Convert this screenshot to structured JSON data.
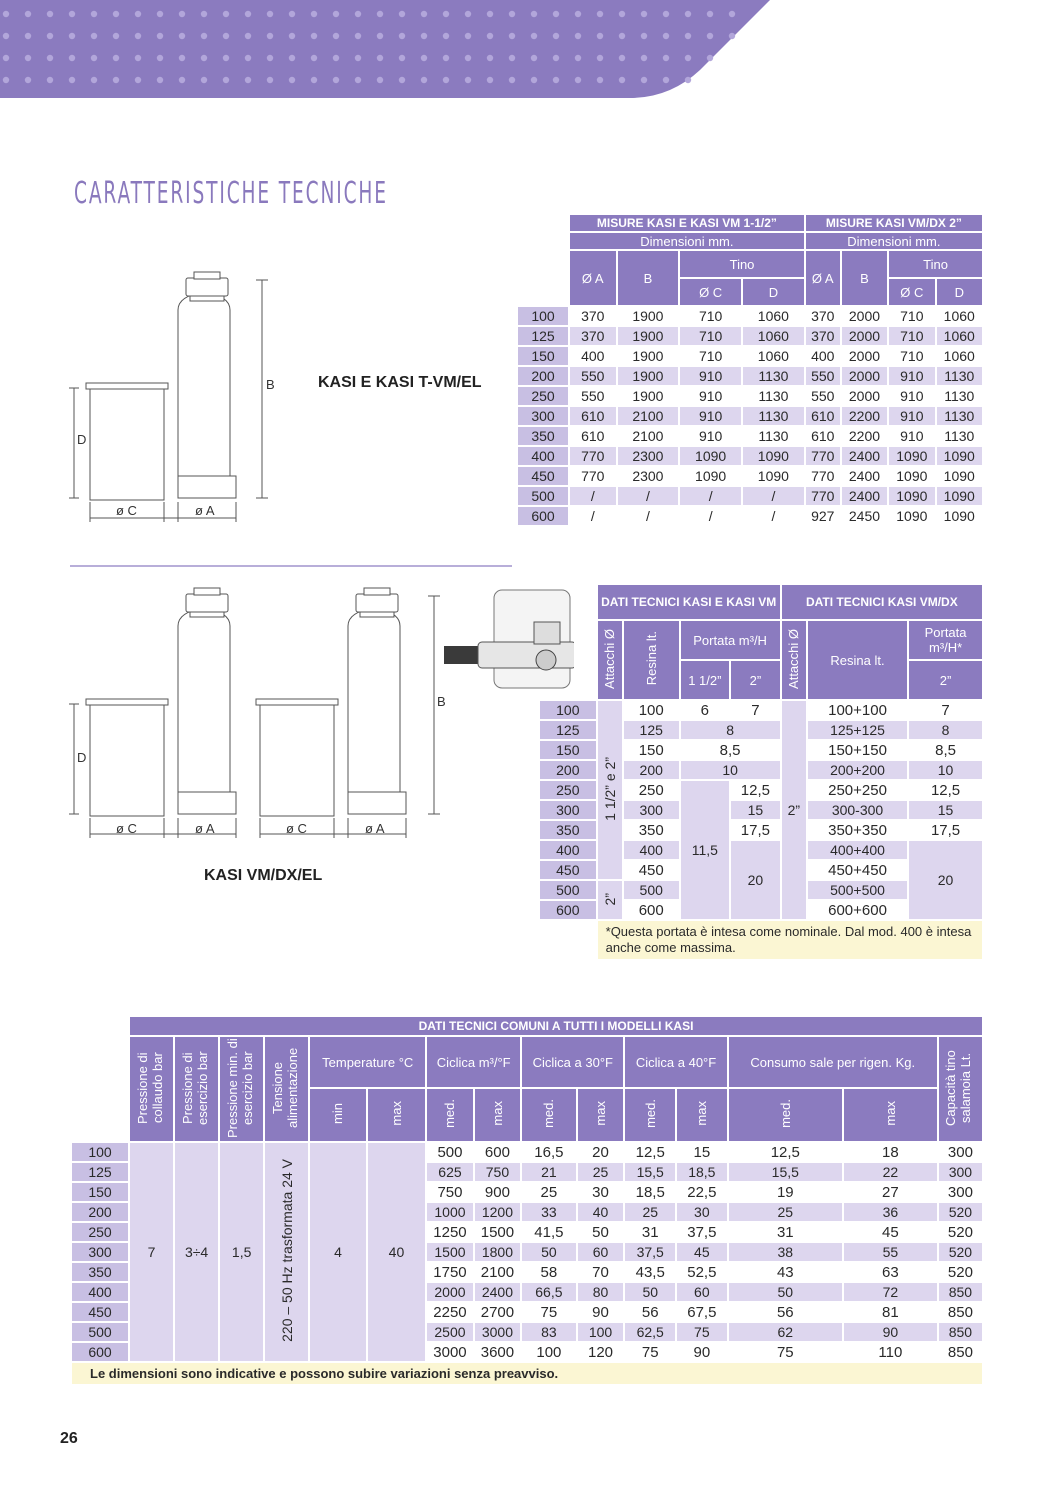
{
  "page": {
    "title": "CARATTERISTICHE TECNICHE",
    "page_number": "26",
    "band_color": "#8b7bbf"
  },
  "figures": {
    "top_label": "KASI E KASI T-VM/EL",
    "bottom_label": "KASI VM/DX/EL",
    "dim_B": "B",
    "dim_D": "D",
    "dim_C": "ø C",
    "dim_A": "ø A"
  },
  "table_dimensions": {
    "group1_title": "MISURE KASI E KASI VM 1-1/2”",
    "group2_title": "MISURE KASI VM/DX 2”",
    "subtitle": "Dimensioni mm.",
    "col_A": "Ø A",
    "col_B": "B",
    "tino": "Tino",
    "col_C": "Ø C",
    "col_D": "D",
    "rows": [
      [
        "100",
        "370",
        "1900",
        "710",
        "1060",
        "370",
        "2000",
        "710",
        "1060"
      ],
      [
        "125",
        "370",
        "1900",
        "710",
        "1060",
        "370",
        "2000",
        "710",
        "1060"
      ],
      [
        "150",
        "400",
        "1900",
        "710",
        "1060",
        "400",
        "2000",
        "710",
        "1060"
      ],
      [
        "200",
        "550",
        "1900",
        "910",
        "1130",
        "550",
        "2000",
        "910",
        "1130"
      ],
      [
        "250",
        "550",
        "1900",
        "910",
        "1130",
        "550",
        "2000",
        "910",
        "1130"
      ],
      [
        "300",
        "610",
        "2100",
        "910",
        "1130",
        "610",
        "2200",
        "910",
        "1130"
      ],
      [
        "350",
        "610",
        "2100",
        "910",
        "1130",
        "610",
        "2200",
        "910",
        "1130"
      ],
      [
        "400",
        "770",
        "2300",
        "1090",
        "1090",
        "770",
        "2400",
        "1090",
        "1090"
      ],
      [
        "450",
        "770",
        "2300",
        "1090",
        "1090",
        "770",
        "2400",
        "1090",
        "1090"
      ],
      [
        "500",
        "/",
        "/",
        "/",
        "/",
        "770",
        "2400",
        "1090",
        "1090"
      ],
      [
        "600",
        "/",
        "/",
        "/",
        "/",
        "927",
        "2450",
        "1090",
        "1090"
      ]
    ]
  },
  "table_tech": {
    "group1_title": "DATI TECNICI KASI E KASI VM",
    "group2_title": "DATI TECNICI KASI VM/DX",
    "attacchi": "Attacchi Ø",
    "resina": "Resina lt.",
    "portata": "Portata m³/H",
    "portata_star": "Portata m³/H*",
    "size_a": "1 1/2”",
    "size_b": "2”",
    "attacchi_val_1": "1 1/2” e 2”",
    "attacchi_val_2": "2”",
    "attacchi_dx": "2”",
    "models": [
      "100",
      "125",
      "150",
      "200",
      "250",
      "300",
      "350",
      "400",
      "450",
      "500",
      "600"
    ],
    "resina_values": [
      "100",
      "125",
      "150",
      "200",
      "250",
      "300",
      "350",
      "400",
      "450",
      "500",
      "600"
    ],
    "portata_100": [
      "6",
      "7"
    ],
    "portata_125": "8",
    "portata_150": "8,5",
    "portata_200": "10",
    "portata_a_merged": "11,5",
    "portata_b": [
      "12,5",
      "15",
      "17,5"
    ],
    "portata_b_merged": "20",
    "dx_resina": [
      "100+100",
      "125+125",
      "150+150",
      "200+200",
      "250+250",
      "300-300",
      "350+350",
      "400+400",
      "450+450",
      "500+500",
      "600+600"
    ],
    "dx_portata": [
      "7",
      "8",
      "8,5",
      "10",
      "12,5",
      "15",
      "17,5"
    ],
    "dx_portata_merged": "20",
    "note": "*Questa portata è intesa come nominale. Dal mod. 400 è intesa anche come massima."
  },
  "table_common": {
    "title": "DATI TECNICI COMUNI A TUTTI I MODELLI KASI",
    "h_collaudo": "Pressione di collaudo bar",
    "h_esercizio": "Pressione di esercizio bar",
    "h_min": "Pressione min. di esercizio bar",
    "h_tensione": "Tensione alimentazione",
    "h_temperature": "Temperature °C",
    "h_ciclica": "Ciclica m³/°F",
    "h_c30": "Ciclica a 30°F",
    "h_c40": "Ciclica a 40°F",
    "h_consumo": "Consumo sale per rigen. Kg.",
    "h_capacita": "Capacità tino salamoia Lt.",
    "min": "min",
    "max": "max",
    "med": "med.",
    "val_collaudo": "7",
    "val_esercizio": "3÷4",
    "val_min": "1,5",
    "val_tensione": "220 – 50 Hz trasformata 24 V",
    "val_tmin": "4",
    "val_tmax": "40",
    "rows": [
      [
        "100",
        "500",
        "600",
        "16,5",
        "20",
        "12,5",
        "15",
        "12,5",
        "18",
        "300"
      ],
      [
        "125",
        "625",
        "750",
        "21",
        "25",
        "15,5",
        "18,5",
        "15,5",
        "22",
        "300"
      ],
      [
        "150",
        "750",
        "900",
        "25",
        "30",
        "18,5",
        "22,5",
        "19",
        "27",
        "300"
      ],
      [
        "200",
        "1000",
        "1200",
        "33",
        "40",
        "25",
        "30",
        "25",
        "36",
        "520"
      ],
      [
        "250",
        "1250",
        "1500",
        "41,5",
        "50",
        "31",
        "37,5",
        "31",
        "45",
        "520"
      ],
      [
        "300",
        "1500",
        "1800",
        "50",
        "60",
        "37,5",
        "45",
        "38",
        "55",
        "520"
      ],
      [
        "350",
        "1750",
        "2100",
        "58",
        "70",
        "43,5",
        "52,5",
        "43",
        "63",
        "520"
      ],
      [
        "400",
        "2000",
        "2400",
        "66,5",
        "80",
        "50",
        "60",
        "50",
        "72",
        "850"
      ],
      [
        "450",
        "2250",
        "2700",
        "75",
        "90",
        "56",
        "67,5",
        "56",
        "81",
        "850"
      ],
      [
        "500",
        "2500",
        "3000",
        "83",
        "100",
        "62,5",
        "75",
        "62",
        "90",
        "850"
      ],
      [
        "600",
        "3000",
        "3600",
        "100",
        "120",
        "75",
        "90",
        "75",
        "110",
        "850"
      ]
    ],
    "note": "Le dimensioni sono indicative e possono subire variazioni senza preavviso."
  }
}
